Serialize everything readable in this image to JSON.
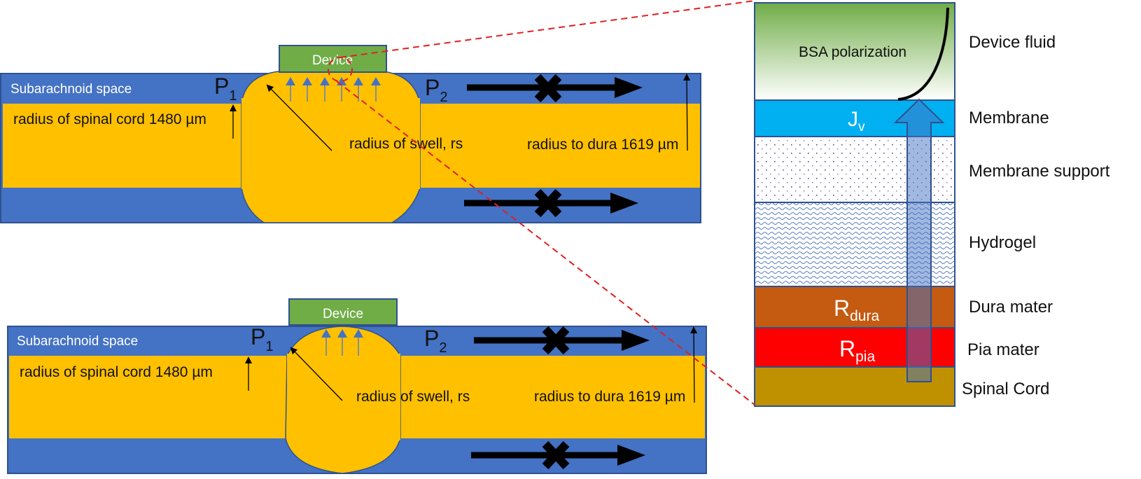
{
  "colors": {
    "csf_blue": "#4472c4",
    "cord_yellow": "#ffc000",
    "device_green": "#70ad47",
    "outline": "#2f528f",
    "zoom_line_red": "#e02020",
    "membrane_cyan": "#00b0f0",
    "dura_orange": "#c55a11",
    "pia_red": "#ff0000",
    "spinal_cord_gold": "#bf9000",
    "flux_arrow_blue": "#5b8fd6"
  },
  "top_panel": {
    "device_label": "Device",
    "subarachnoid_label": "Subarachnoid space",
    "p1": {
      "main": "P",
      "sub": "1"
    },
    "p2": {
      "main": "P",
      "sub": "2"
    },
    "cord_radius_label": "radius of spinal cord 1480 µm",
    "swell_radius_label": "radius of swell, rs",
    "dura_radius_label": "radius to dura 1619 µm",
    "flow_arrows": [
      "blocked-flow-arrow-top",
      "blocked-flow-arrow-bottom"
    ]
  },
  "bottom_panel": {
    "device_label": "Device",
    "subarachnoid_label": "Subarachnoid space",
    "p1": {
      "main": "P",
      "sub": "1"
    },
    "p2": {
      "main": "P",
      "sub": "2"
    },
    "cord_radius_label": "radius of spinal cord 1480 µm",
    "swell_radius_label": "radius of swell, rs",
    "dura_radius_label": "radius to dura 1619 µm"
  },
  "layer_panel": {
    "bsa_label": "BSA polarization",
    "jv": {
      "main": "J",
      "sub": "v"
    },
    "r_dura": {
      "main": "R",
      "sub": "dura"
    },
    "r_pia": {
      "main": "R",
      "sub": "pia"
    },
    "layers": [
      {
        "name": "Device fluid"
      },
      {
        "name": "Membrane"
      },
      {
        "name": "Membrane support"
      },
      {
        "name": "Hydrogel"
      },
      {
        "name": "Dura mater"
      },
      {
        "name": "Pia mater"
      },
      {
        "name": "Spinal Cord"
      }
    ]
  }
}
